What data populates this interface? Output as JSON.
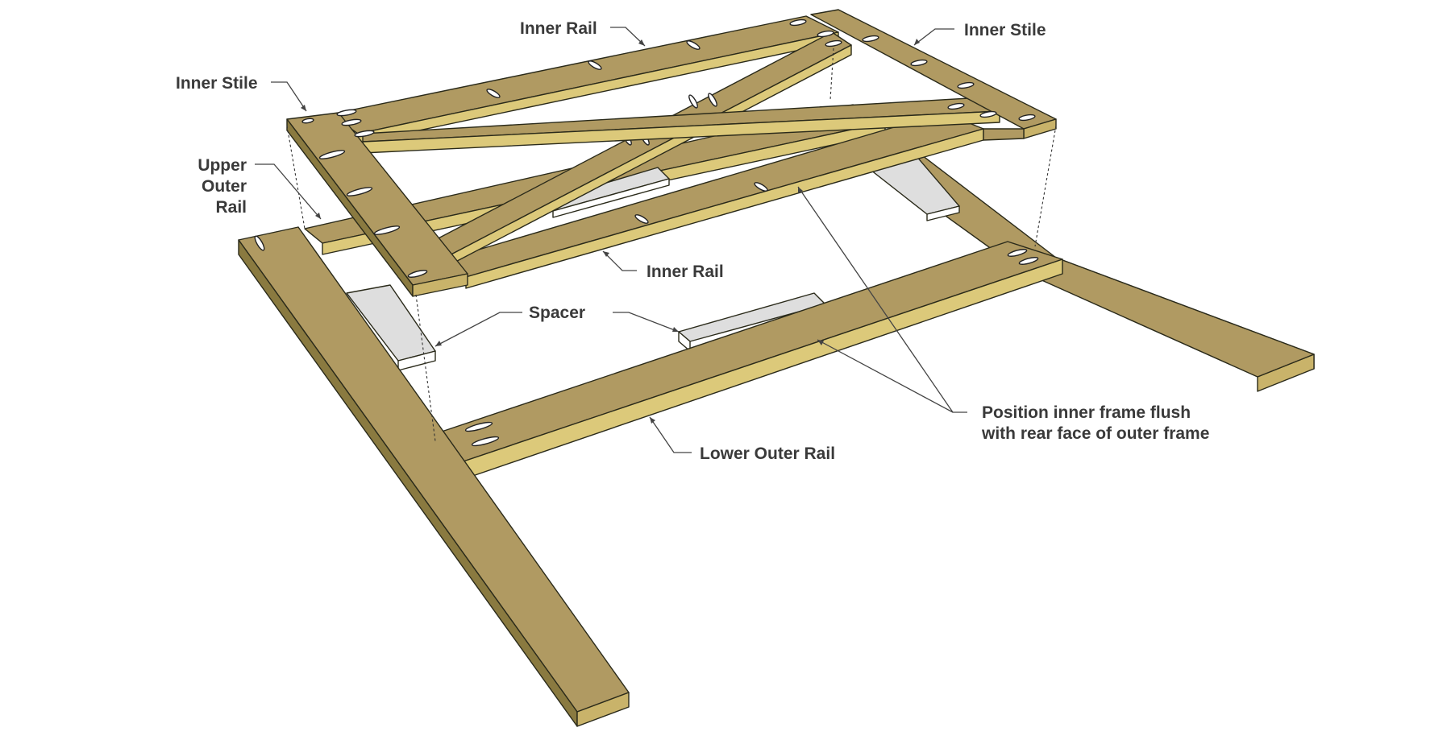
{
  "labels": {
    "inner_rail_top": "Inner Rail",
    "inner_stile_right": "Inner Stile",
    "inner_stile_left": "Inner Stile",
    "upper_outer_rail_line1": "Upper",
    "upper_outer_rail_line2": "Outer",
    "upper_outer_rail_line3": "Rail",
    "inner_rail_bottom": "Inner Rail",
    "spacer": "Spacer",
    "note_line1": "Position inner frame flush",
    "note_line2": "with rear face of outer frame",
    "lower_outer_rail": "Lower Outer Rail"
  },
  "colors": {
    "wood_top": "#b09a62",
    "wood_light": "#dcc97a",
    "wood_side": "#8a7a40",
    "spacer_top": "#dedede",
    "spacer_side": "#ffffff",
    "label_text": "#3a3a3a"
  }
}
